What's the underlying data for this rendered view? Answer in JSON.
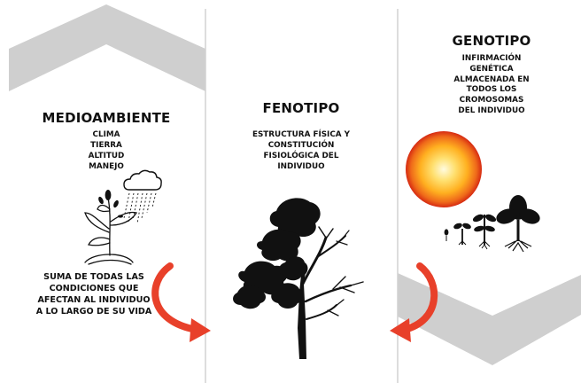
{
  "panels": {
    "medioambiente": {
      "title": "MEDIOAMBIENTE",
      "factors": [
        "CLIMA",
        "TIERRA",
        "ALTITUD",
        "MANEJO"
      ],
      "note_lines": [
        "SUMA DE TODAS LAS",
        "CONDICIONES QUE",
        "AFECTAN AL INDIVIDUO",
        "A LO LARGO DE SU VIDA"
      ]
    },
    "fenotipo": {
      "title": "FENOTIPO",
      "desc_lines": [
        "ESTRUCTURA FÍSICA Y",
        "CONSTITUCIÓN",
        "FISIOLÓGICA DEL",
        "INDIVIDUO"
      ]
    },
    "genotipo": {
      "title": "GENOTIPO",
      "desc_lines": [
        "INFIRMACIÓN",
        "GENÉTICA",
        "ALMACENADA EN",
        "TODOS LOS",
        "CROMOSOMAS",
        "DEL INDIVIDUO"
      ]
    }
  },
  "colors": {
    "background": "#ffffff",
    "chevron": "#cfcfcf",
    "divider": "#d2d2d2",
    "arrow": "#e8402a",
    "sun_core": "#fffbe0",
    "sun_mid": "#ffb020",
    "sun_edge": "#d62a12",
    "ink": "#111111"
  },
  "icons": {
    "rain": "cloud-rain-icon",
    "plant": "plant-icon",
    "tree": "tree-icon",
    "sun": "sun-icon",
    "seedlings": "seedling-growth-icon",
    "arrows": "curved-arrow-icon"
  }
}
